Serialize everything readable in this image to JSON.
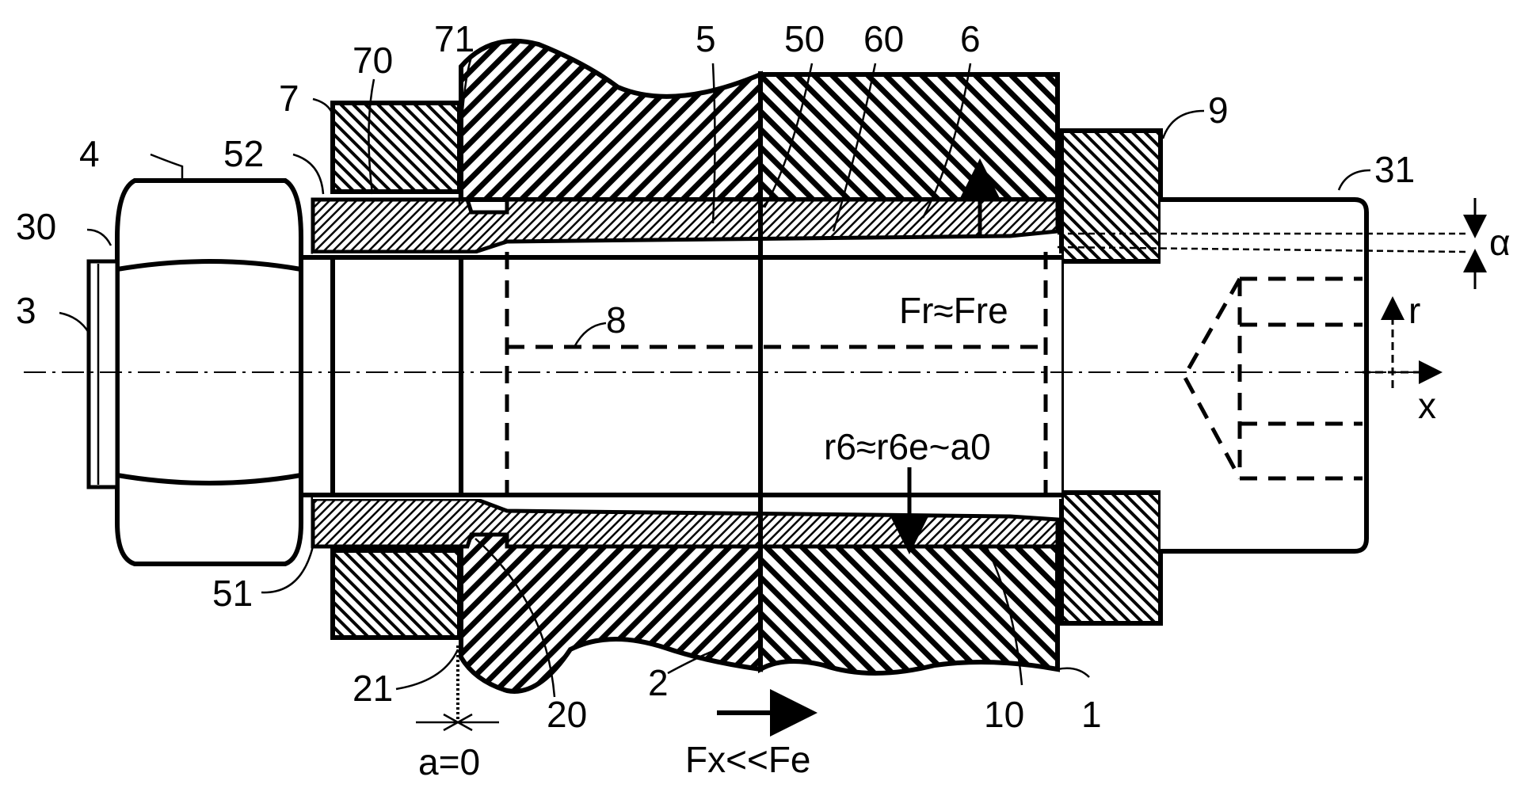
{
  "labels": {
    "l1": "1",
    "l2": "2",
    "l3": "3",
    "l4": "4",
    "l5": "5",
    "l6": "6",
    "l7": "7",
    "l8": "8",
    "l9": "9",
    "l10": "10",
    "l20": "20",
    "l21": "21",
    "l30": "30",
    "l31": "31",
    "l50": "50",
    "l51": "51",
    "l52": "52",
    "l60": "60",
    "l70": "70",
    "l71": "71"
  },
  "annotations": {
    "fr": "Fr≈Fre",
    "r6": "r6≈r6e~a0",
    "fx": "Fx<<Fe",
    "a": "a=0",
    "alpha": "α",
    "r_axis": "r",
    "x_axis": "x"
  },
  "colors": {
    "ink": "#000000",
    "paper": "#ffffff"
  }
}
